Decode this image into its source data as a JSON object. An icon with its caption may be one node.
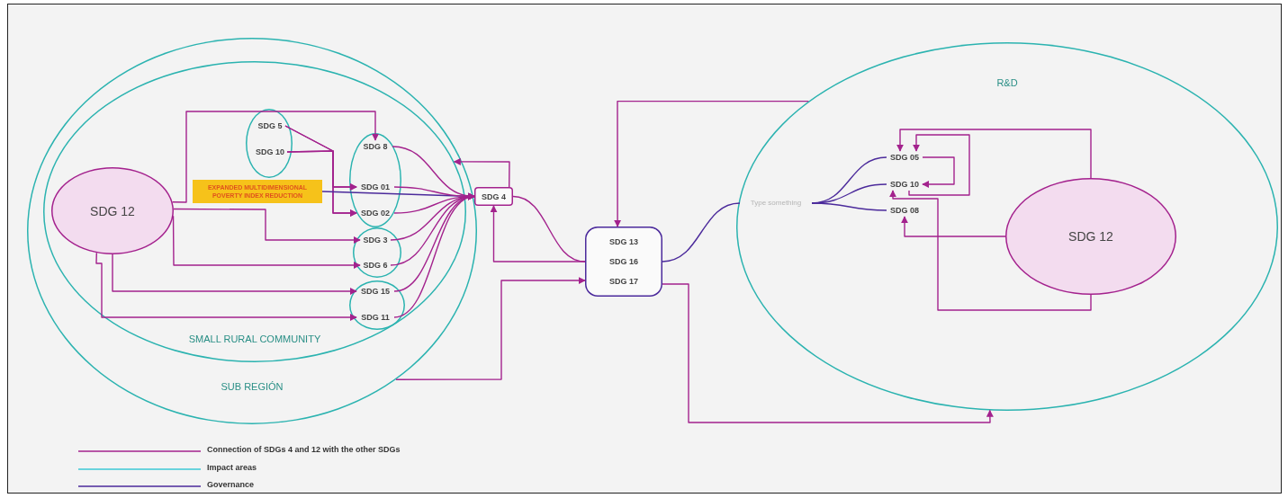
{
  "diagram": {
    "nodes": [
      {
        "text": [
          "SUB REGIÓN"
        ]
      },
      {
        "text": [
          "SMALL RURAL COMMUNITY"
        ],
        "in": 0
      },
      {
        "text": [
          "SDG 12"
        ],
        "in": 1
      },
      {
        "text": [],
        "shape": "ellipse",
        "in": 1
      },
      {
        "text": [
          "SDG 5"
        ],
        "in": 3
      },
      {
        "text": [
          "SDG 10"
        ],
        "in": 3
      },
      {
        "text": [],
        "shape": "ellipse",
        "in": 1
      },
      {
        "text": [
          "SDG 8"
        ],
        "in": 6
      },
      {
        "text": [
          "SDG 01"
        ],
        "in": 6
      },
      {
        "text": [
          "SDG 02"
        ],
        "in": 6
      },
      {
        "text": [],
        "shape": "ellipse",
        "in": 1
      },
      {
        "text": [
          "SDG 3"
        ],
        "in": 10
      },
      {
        "text": [
          "SDG 6"
        ],
        "in": 10
      },
      {
        "text": [],
        "shape": "ellipse",
        "in": 1
      },
      {
        "text": [
          "SDG 15"
        ],
        "in": 13
      },
      {
        "text": [
          "SDG 11"
        ],
        "in": 13
      },
      {
        "text": [
          "EXPANDED MULTIDIMENSIONAL POVERTY INDEX REDUCTION"
        ],
        "in": 1
      },
      {
        "text": [
          "SDG 4"
        ]
      },
      {
        "text": [
          "SDG 13",
          "SDG 16",
          "SDG 17"
        ]
      },
      {
        "text": [
          "R&D"
        ]
      },
      {
        "text": [
          "SDG 05"
        ],
        "in": 19
      },
      {
        "text": [
          "SDG 10"
        ],
        "in": 19
      },
      {
        "text": [
          "SDG 08"
        ],
        "in": 19
      },
      {
        "text": [
          "SDG 12"
        ],
        "in": 19
      },
      {
        "text": [
          "Type something"
        ],
        "in": 19
      }
    ],
    "edges": [
      {
        "from": 2,
        "to": 7,
        "arrow": "to"
      },
      {
        "from": 4,
        "to": 8,
        "arrow": "to"
      },
      {
        "from": 4,
        "to": 9,
        "arrow": "to"
      },
      {
        "from": 5,
        "to": 8,
        "arrow": "to"
      },
      {
        "from": 5,
        "to": 9,
        "arrow": "to"
      },
      {
        "from": 2,
        "to": 11,
        "arrow": "to"
      },
      {
        "from": 2,
        "to": 12,
        "arrow": "to"
      },
      {
        "from": 2,
        "to": 14,
        "arrow": "to"
      },
      {
        "from": 2,
        "to": 15,
        "arrow": "to"
      },
      {
        "from": 16,
        "to": 17,
        "arrow": "to",
        "color": "#4b2a9b"
      },
      {
        "from": 7,
        "to": 17,
        "arrow": "to"
      },
      {
        "from": 8,
        "to": 17,
        "arrow": "to"
      },
      {
        "from": 9,
        "to": 17,
        "arrow": "to"
      },
      {
        "from": 11,
        "to": 17,
        "arrow": "to"
      },
      {
        "from": 12,
        "to": 17,
        "arrow": "to"
      },
      {
        "from": 14,
        "to": 17,
        "arrow": "to"
      },
      {
        "from": 15,
        "to": 17,
        "arrow": "to"
      },
      {
        "from": 17,
        "to": 1,
        "arrow": "to"
      },
      {
        "from": 17,
        "to": 18,
        "arrow": "none"
      },
      {
        "from": 18,
        "to": 17,
        "arrow": "to"
      },
      {
        "from": 0,
        "to": 18,
        "arrow": "to"
      },
      {
        "from": 19,
        "to": 18,
        "arrow": "to"
      },
      {
        "from": 18,
        "to": 24,
        "arrow": "none",
        "color": "#4b2a9b"
      },
      {
        "from": 24,
        "to": 20,
        "arrow": "none",
        "color": "#4b2a9b"
      },
      {
        "from": 24,
        "to": 21,
        "arrow": "none",
        "color": "#4b2a9b"
      },
      {
        "from": 24,
        "to": 22,
        "arrow": "none",
        "color": "#4b2a9b"
      },
      {
        "from": 18,
        "to": 19,
        "arrow": "to"
      },
      {
        "from": 23,
        "to": 20,
        "arrow": "to"
      },
      {
        "from": 20,
        "to": 21,
        "arrow": "to"
      },
      {
        "from": 21,
        "to": 20,
        "arrow": "to"
      },
      {
        "from": 23,
        "to": 21,
        "arrow": "to"
      },
      {
        "from": 23,
        "to": 22,
        "arrow": "to"
      }
    ],
    "legend": [
      {
        "text": "Connection of SDGs 4 and 12 with the other SDGs"
      },
      {
        "text": "Impact areas"
      },
      {
        "text": "Governance"
      }
    ]
  }
}
